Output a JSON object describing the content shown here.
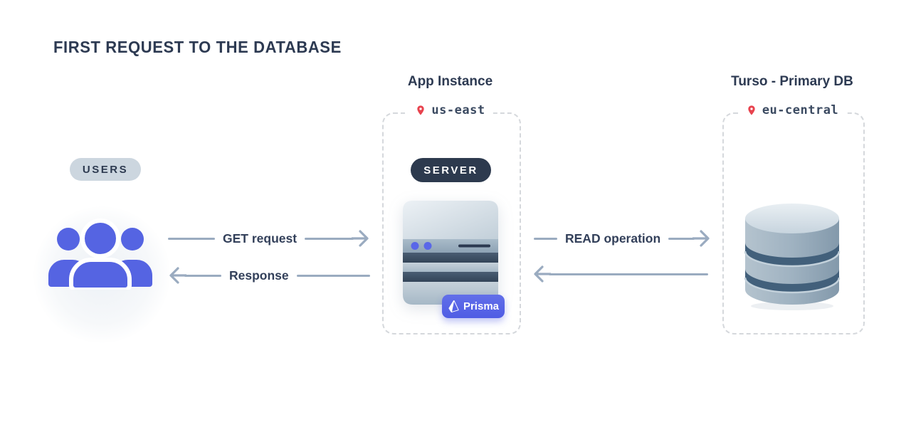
{
  "title": "FIRST REQUEST TO THE DATABASE",
  "users": {
    "badge": "USERS"
  },
  "flows": {
    "get_request": "GET request",
    "response": "Response",
    "read_operation": "READ operation"
  },
  "app_instance": {
    "heading": "App Instance",
    "region": "us-east",
    "server_badge": "SERVER",
    "prisma_label": "Prisma"
  },
  "primary_db": {
    "heading": "Turso - Primary DB",
    "region": "eu-central"
  },
  "icons": {
    "location_pin": "location-pin-icon",
    "users_group": "users-group-icon",
    "server": "server-illustration",
    "database": "database-cylinder-illustration",
    "prisma_logo": "prisma-logo-icon",
    "arrow_right": "arrow-right-icon",
    "arrow_left": "arrow-left-icon"
  },
  "colors": {
    "navy_text": "#2d3a52",
    "arrow": "#9aabc0",
    "users_pill_bg": "#ccd6df",
    "server_pill_bg": "#2d3a4e",
    "indigo_accent": "#5564e2",
    "prisma_badge_bg": "#5260e6",
    "pin_red": "#e8434e",
    "dashed_border": "#d5d8dc"
  }
}
